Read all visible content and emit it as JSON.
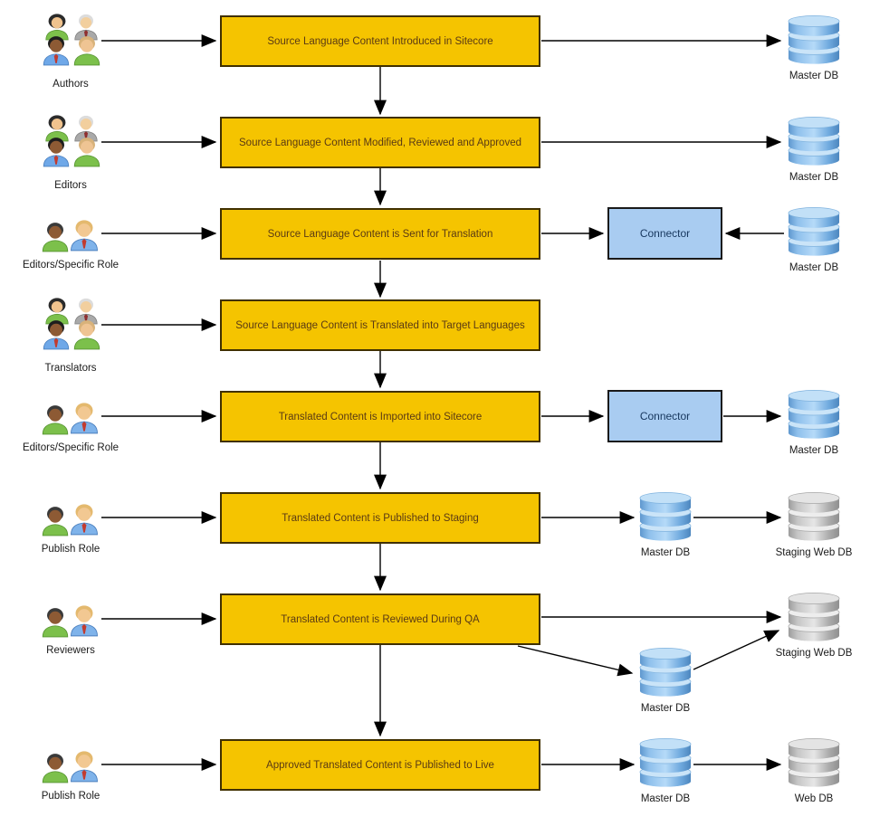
{
  "colors": {
    "process_fill": "#F5C400",
    "process_border": "#403000",
    "process_text": "#5A3A14",
    "connector_fill": "#A9CCF1",
    "connector_border": "#1A1A1A",
    "connector_text": "#17375E",
    "arrow": "#000000",
    "label_text": "#1A1A1A",
    "db_blue_main": "#6FA8DC",
    "db_gray_main": "#B3B3B3"
  },
  "rows": [
    {
      "actor": {
        "label": "Authors",
        "group": "four-people"
      },
      "process": "Source Language Content Introduced in Sitecore",
      "dbs": [
        {
          "label": "Master DB",
          "color": "blue"
        }
      ]
    },
    {
      "actor": {
        "label": "Editors",
        "group": "four-people"
      },
      "process": "Source Language Content Modified, Reviewed and Approved",
      "dbs": [
        {
          "label": "Master DB",
          "color": "blue"
        }
      ]
    },
    {
      "actor": {
        "label": "Editors/Specific Role",
        "group": "two-people"
      },
      "process": "Source Language Content is Sent for Translation",
      "connector": "Connector",
      "dbs": [
        {
          "label": "Master DB",
          "color": "blue"
        }
      ]
    },
    {
      "actor": {
        "label": "Translators",
        "group": "four-people"
      },
      "process": "Source Language Content is Translated into Target Languages",
      "dbs": []
    },
    {
      "actor": {
        "label": "Editors/Specific Role",
        "group": "two-people"
      },
      "process": "Translated Content is Imported into Sitecore",
      "connector": "Connector",
      "dbs": [
        {
          "label": "Master DB",
          "color": "blue"
        }
      ]
    },
    {
      "actor": {
        "label": "Publish Role",
        "group": "two-people"
      },
      "process": "Translated Content is Published to Staging",
      "dbs": [
        {
          "label": "Master DB",
          "color": "blue"
        },
        {
          "label": "Staging Web DB",
          "color": "gray"
        }
      ]
    },
    {
      "actor": {
        "label": "Reviewers",
        "group": "two-people"
      },
      "process": "Translated Content is Reviewed During QA",
      "dbs": [
        {
          "label": "Staging Web DB",
          "color": "gray"
        },
        {
          "label": "Master DB",
          "color": "blue"
        }
      ]
    },
    {
      "actor": {
        "label": "Publish Role",
        "group": "two-people"
      },
      "process": "Approved Translated Content is Published to Live",
      "dbs": [
        {
          "label": "Master DB",
          "color": "blue"
        },
        {
          "label": "Web DB",
          "color": "gray"
        }
      ]
    }
  ]
}
